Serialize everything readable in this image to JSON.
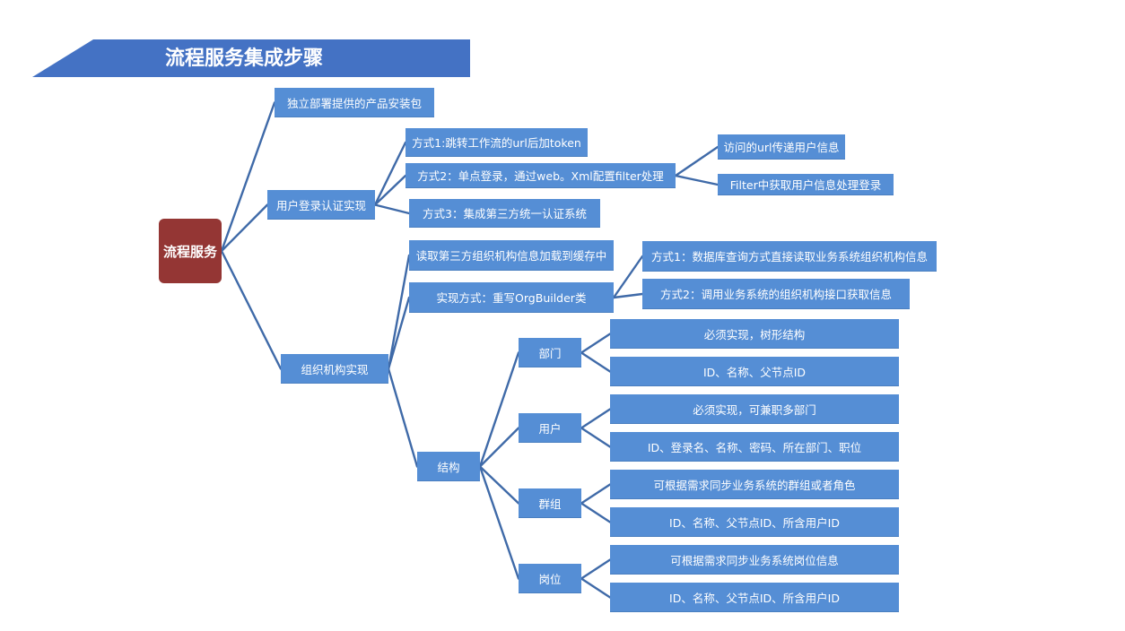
{
  "title": "流程服务集成步骤",
  "root": "流程服务",
  "branches": {
    "install": "独立部署提供的产品安装包",
    "login": {
      "label": "用户登录认证实现",
      "methods": [
        "方式1:跳转工作流的url后加token",
        "方式2：单点登录，通过web。Xml配置filter处理",
        "方式3：集成第三方统一认证系统"
      ],
      "method2_details": [
        "访问的url传递用户信息",
        "Filter中获取用户信息处理登录"
      ]
    },
    "org": {
      "label": "组织机构实现",
      "cache": "读取第三方组织机构信息加载到缓存中",
      "impl": "实现方式：重写OrgBuilder类",
      "impl_methods": [
        "方式1：数据库查询方式直接读取业务系统组织机构信息",
        "方式2：调用业务系统的组织机构接口获取信息"
      ],
      "structure": {
        "label": "结构",
        "items": [
          {
            "label": "部门",
            "details": [
              "必须实现，树形结构",
              "ID、名称、父节点ID"
            ]
          },
          {
            "label": "用户",
            "details": [
              "必须实现，可兼职多部门",
              "ID、登录名、名称、密码、所在部门、职位"
            ]
          },
          {
            "label": "群组",
            "details": [
              "可根据需求同步业务系统的群组或者角色",
              "ID、名称、父节点ID、所含用户ID"
            ]
          },
          {
            "label": "岗位",
            "details": [
              "可根据需求同步业务系统岗位信息",
              "ID、名称、父节点ID、所含用户ID"
            ]
          }
        ]
      }
    }
  },
  "colors": {
    "banner": "#4472c4",
    "root": "#943634",
    "node": "#558ed5",
    "connector": "#3f6aa8",
    "text": "#ffffff"
  }
}
